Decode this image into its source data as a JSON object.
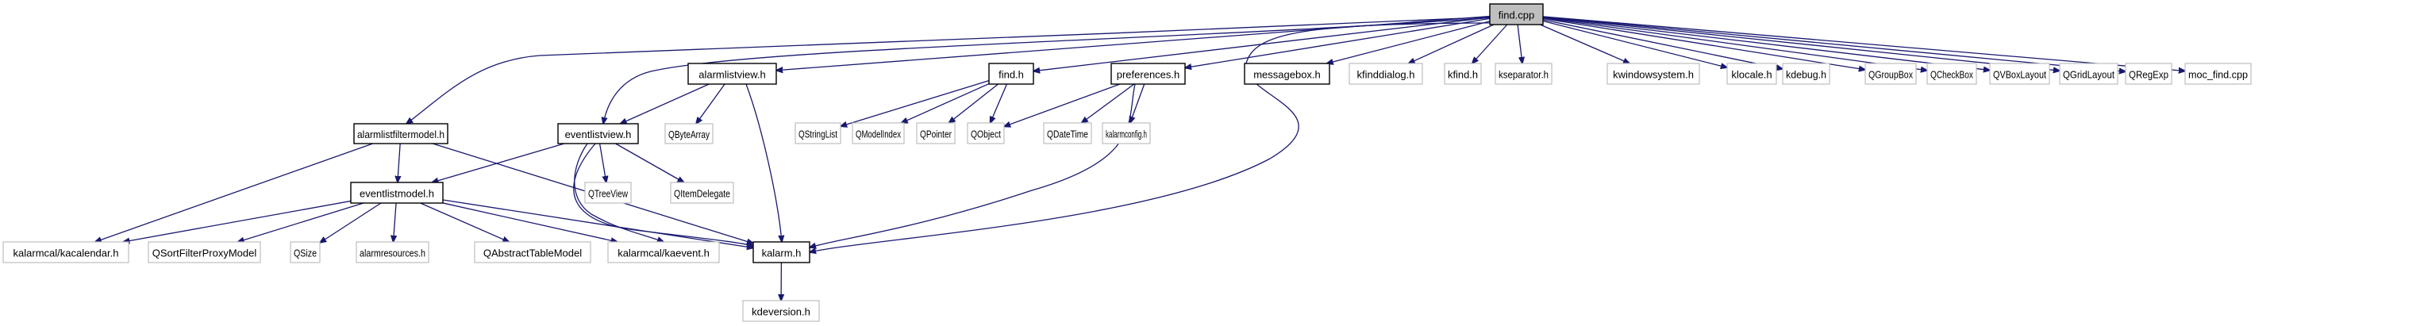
{
  "diagram": {
    "title": "find.cpp include dependency graph",
    "colors": {
      "edge": "#191970",
      "root_fill": "#bfbfbf",
      "documented_border": "#000000",
      "external_border": "#bfbfbf"
    },
    "nodes": [
      {
        "id": "find_cpp",
        "label": "find.cpp",
        "kind": "root"
      },
      {
        "id": "alarmlistview_h",
        "label": "alarmlistview.h",
        "kind": "documented"
      },
      {
        "id": "find_h",
        "label": "find.h",
        "kind": "documented"
      },
      {
        "id": "preferences_h",
        "label": "preferences.h",
        "kind": "documented"
      },
      {
        "id": "messagebox_h",
        "label": "messagebox.h",
        "kind": "documented"
      },
      {
        "id": "kfinddialog_h",
        "label": "kfinddialog.h",
        "kind": "external"
      },
      {
        "id": "kfind_h",
        "label": "kfind.h",
        "kind": "external"
      },
      {
        "id": "kseparator_h",
        "label": "kseparator.h",
        "kind": "external"
      },
      {
        "id": "kwindowsystem_h",
        "label": "kwindowsystem.h",
        "kind": "external"
      },
      {
        "id": "klocale_h",
        "label": "klocale.h",
        "kind": "external"
      },
      {
        "id": "kdebug_h",
        "label": "kdebug.h",
        "kind": "external"
      },
      {
        "id": "QGroupBox",
        "label": "QGroupBox",
        "kind": "external"
      },
      {
        "id": "QCheckBox",
        "label": "QCheckBox",
        "kind": "external"
      },
      {
        "id": "QVBoxLayout",
        "label": "QVBoxLayout",
        "kind": "external"
      },
      {
        "id": "QGridLayout",
        "label": "QGridLayout",
        "kind": "external"
      },
      {
        "id": "QRegExp",
        "label": "QRegExp",
        "kind": "external"
      },
      {
        "id": "moc_find_cpp",
        "label": "moc_find.cpp",
        "kind": "external"
      },
      {
        "id": "alarmlistfiltermodel_h",
        "label": "alarmlistfiltermodel.h",
        "kind": "documented"
      },
      {
        "id": "eventlistview_h",
        "label": "eventlistview.h",
        "kind": "documented"
      },
      {
        "id": "QByteArray",
        "label": "QByteArray",
        "kind": "external"
      },
      {
        "id": "QStringList",
        "label": "QStringList",
        "kind": "external"
      },
      {
        "id": "QModelIndex",
        "label": "QModelIndex",
        "kind": "external"
      },
      {
        "id": "QPointer",
        "label": "QPointer",
        "kind": "external"
      },
      {
        "id": "QObject",
        "label": "QObject",
        "kind": "external"
      },
      {
        "id": "QDateTime",
        "label": "QDateTime",
        "kind": "external"
      },
      {
        "id": "kalarmconfig_h",
        "label": "kalarmconfig.h",
        "kind": "external"
      },
      {
        "id": "eventlistmodel_h",
        "label": "eventlistmodel.h",
        "kind": "documented"
      },
      {
        "id": "QTreeView",
        "label": "QTreeView",
        "kind": "external"
      },
      {
        "id": "QItemDelegate",
        "label": "QItemDelegate",
        "kind": "external"
      },
      {
        "id": "kacalendar_h",
        "label": "kalarmcal/kacalendar.h",
        "kind": "external"
      },
      {
        "id": "QSortFilterProxyModel",
        "label": "QSortFilterProxyModel",
        "kind": "external"
      },
      {
        "id": "QSize",
        "label": "QSize",
        "kind": "external"
      },
      {
        "id": "alarmresources_h",
        "label": "alarmresources.h",
        "kind": "external"
      },
      {
        "id": "QAbstractTableModel",
        "label": "QAbstractTableModel",
        "kind": "external"
      },
      {
        "id": "kaevent_h",
        "label": "kalarmcal/kaevent.h",
        "kind": "external"
      },
      {
        "id": "kalarm_h",
        "label": "kalarm.h",
        "kind": "documented"
      },
      {
        "id": "kdeversion_h",
        "label": "kdeversion.h",
        "kind": "external"
      }
    ],
    "edges": [
      [
        "find_cpp",
        "alarmlistview_h"
      ],
      [
        "find_cpp",
        "find_h"
      ],
      [
        "find_cpp",
        "preferences_h"
      ],
      [
        "find_cpp",
        "messagebox_h"
      ],
      [
        "find_cpp",
        "kfinddialog_h"
      ],
      [
        "find_cpp",
        "kfind_h"
      ],
      [
        "find_cpp",
        "kseparator_h"
      ],
      [
        "find_cpp",
        "kwindowsystem_h"
      ],
      [
        "find_cpp",
        "klocale_h"
      ],
      [
        "find_cpp",
        "kdebug_h"
      ],
      [
        "find_cpp",
        "QGroupBox"
      ],
      [
        "find_cpp",
        "QCheckBox"
      ],
      [
        "find_cpp",
        "QVBoxLayout"
      ],
      [
        "find_cpp",
        "QGridLayout"
      ],
      [
        "find_cpp",
        "QRegExp"
      ],
      [
        "find_cpp",
        "moc_find_cpp"
      ],
      [
        "find_cpp",
        "alarmlistfiltermodel_h"
      ],
      [
        "find_cpp",
        "eventlistview_h"
      ],
      [
        "find_cpp",
        "kalarm_h"
      ],
      [
        "alarmlistview_h",
        "eventlistview_h"
      ],
      [
        "alarmlistview_h",
        "QByteArray"
      ],
      [
        "alarmlistview_h",
        "kalarm_h"
      ],
      [
        "find_h",
        "QStringList"
      ],
      [
        "find_h",
        "QModelIndex"
      ],
      [
        "find_h",
        "QPointer"
      ],
      [
        "find_h",
        "QObject"
      ],
      [
        "preferences_h",
        "QObject"
      ],
      [
        "preferences_h",
        "QDateTime"
      ],
      [
        "preferences_h",
        "kalarmconfig_h"
      ],
      [
        "preferences_h",
        "kalarm_h"
      ],
      [
        "alarmlistfiltermodel_h",
        "eventlistmodel_h"
      ],
      [
        "alarmlistfiltermodel_h",
        "kacalendar_h"
      ],
      [
        "alarmlistfiltermodel_h",
        "kalarm_h"
      ],
      [
        "eventlistview_h",
        "eventlistmodel_h"
      ],
      [
        "eventlistview_h",
        "QTreeView"
      ],
      [
        "eventlistview_h",
        "QItemDelegate"
      ],
      [
        "eventlistview_h",
        "kaevent_h"
      ],
      [
        "eventlistview_h",
        "kalarm_h"
      ],
      [
        "eventlistmodel_h",
        "kacalendar_h"
      ],
      [
        "eventlistmodel_h",
        "QSortFilterProxyModel"
      ],
      [
        "eventlistmodel_h",
        "QSize"
      ],
      [
        "eventlistmodel_h",
        "alarmresources_h"
      ],
      [
        "eventlistmodel_h",
        "QAbstractTableModel"
      ],
      [
        "eventlistmodel_h",
        "kaevent_h"
      ],
      [
        "eventlistmodel_h",
        "kalarm_h"
      ],
      [
        "kalarm_h",
        "kdeversion_h"
      ]
    ]
  }
}
